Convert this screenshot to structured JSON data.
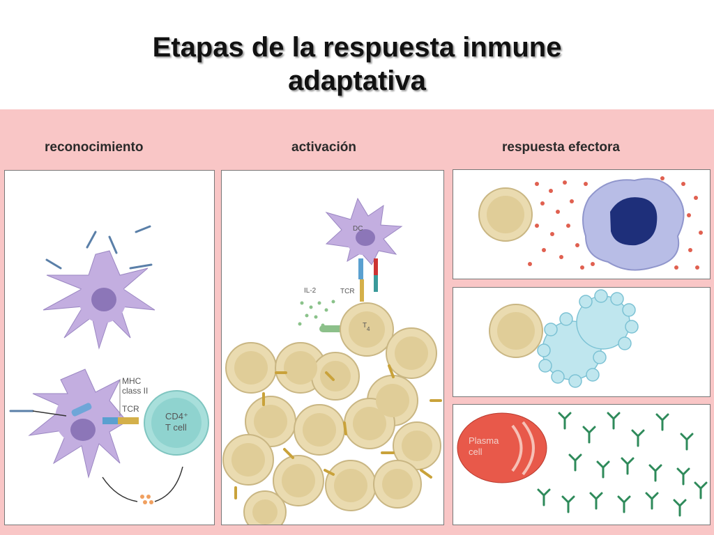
{
  "title": {
    "line1": "Etapas de la respuesta inmune",
    "line2": "adaptativa"
  },
  "columns": {
    "recognition": "reconocimiento",
    "activation": "activación",
    "effector": "respuesta efectora"
  },
  "labels": {
    "mhc_line1": "MHC",
    "mhc_line2": "class II",
    "tcr": "TCR",
    "cd4_line1": "CD4⁺",
    "cd4_line2": "T cell",
    "dc": "DC",
    "il2": "IL-2",
    "tcr2": "TCR",
    "t4": "T",
    "t4_sub": "4",
    "plasma_line1": "Plasma",
    "plasma_line2": "cell"
  },
  "colors": {
    "background_band": "#f9c6c6",
    "dendritic_cell": "#b9a3d9",
    "t_cell": "#e9dcb4",
    "cd4_cell": "#8fd3cf",
    "macrophage": "#8b8fd3",
    "plasma_cell": "#e8594a",
    "antibody": "#2e8a5a"
  }
}
